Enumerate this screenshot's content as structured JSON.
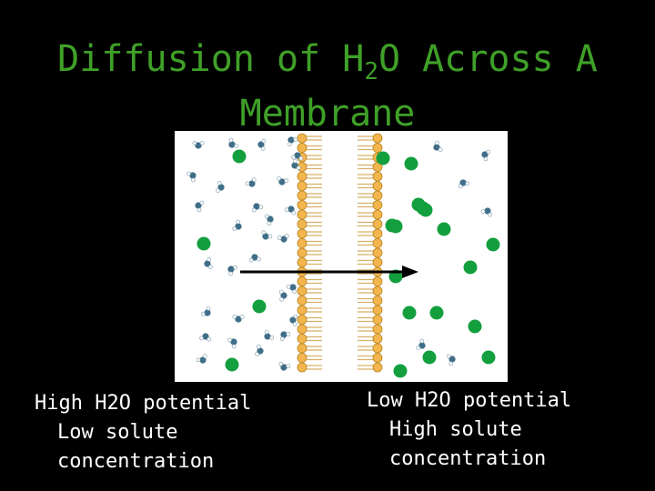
{
  "title": {
    "line1_prefix": "Diffusion of H",
    "subscript": "2",
    "line1_suffix": "O Across A",
    "line2": "Membrane"
  },
  "colors": {
    "background": "#000000",
    "title": "#3fa028",
    "text": "#ffffff",
    "solute": "#139f3e",
    "water_oxygen": "#3f6e88",
    "lipid_head": "#f3b64f",
    "lipid_tail": "#d6b066",
    "arrow": "#000000"
  },
  "icons": {
    "solute_particle": "green-circle",
    "water_molecule": "water-molecule",
    "membrane": "phospholipid-bilayer",
    "arrow": "arrow-right"
  },
  "left_caption": {
    "line1": "High H2O potential",
    "line2": "Low solute",
    "line3": "concentration"
  },
  "right_caption": {
    "line1": "Low H2O potential",
    "line2": "High solute",
    "line3": "concentration"
  }
}
